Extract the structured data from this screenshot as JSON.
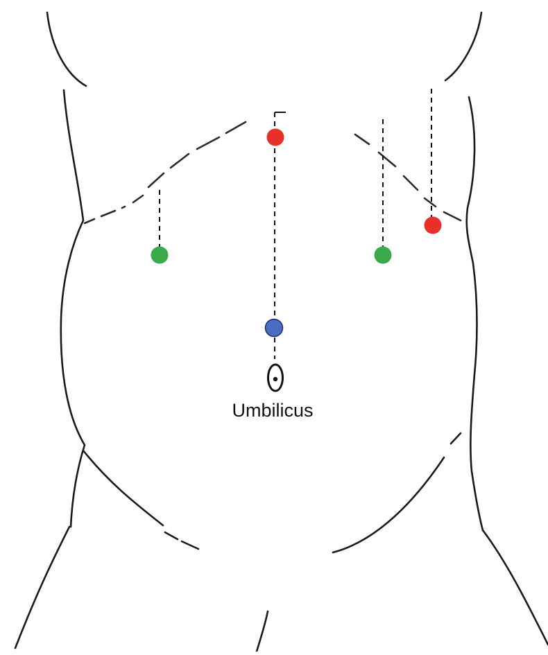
{
  "diagram": {
    "label": "Umbilicus",
    "colors": {
      "red": "#e8302a",
      "green": "#3aa94c",
      "blue": "#4a6cc3",
      "outline": "#1a1a1a"
    },
    "ports": [
      {
        "name": "port-red-midline",
        "color": "red"
      },
      {
        "name": "port-red-left-flank",
        "color": "red"
      },
      {
        "name": "port-green-right",
        "color": "green"
      },
      {
        "name": "port-green-left",
        "color": "green"
      },
      {
        "name": "port-blue-supraumbilical",
        "color": "blue"
      }
    ]
  }
}
